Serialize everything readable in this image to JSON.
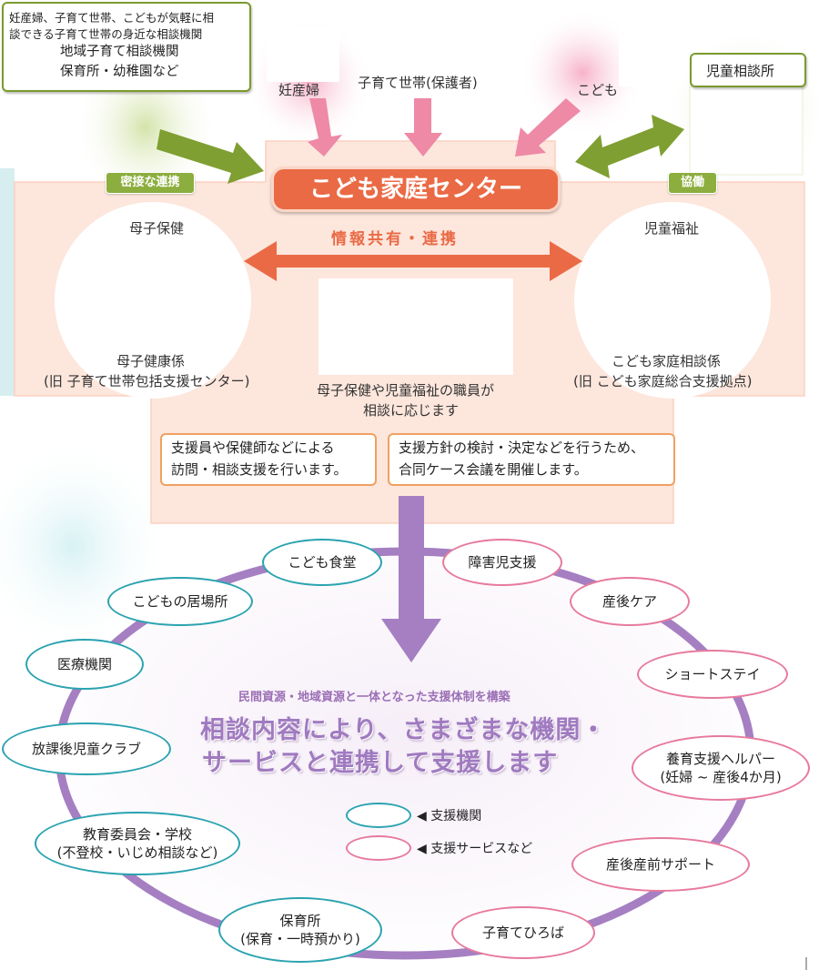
{
  "top_left_box": {
    "line1": "妊産婦、子育て世帯、こどもが気軽に相",
    "line2": "談できる子育て世帯の身近な相談機関",
    "line3": "地域子育て相談機関",
    "line4": "保育所・幼稚園など"
  },
  "top_labels": {
    "pregnant": "妊産婦",
    "parents": "子育て世帯(保護者)",
    "children": "こども"
  },
  "child_consult_box": {
    "title": "児童相談所"
  },
  "tags": {
    "close_coop": "密接な連携",
    "collab": "協働"
  },
  "center": {
    "title": "こども家庭センター",
    "info_share": "情報共有・連携"
  },
  "left_circle": {
    "top": "母子保健",
    "bottom1": "母子健康係",
    "bottom2": "(旧 子育て世帯包括支援センター)"
  },
  "right_circle": {
    "top": "児童福祉",
    "bottom1": "こども家庭相談係",
    "bottom2": "(旧 こども家庭総合支援拠点)"
  },
  "staff_note": {
    "line1": "母子保健や児童福祉の職員が",
    "line2": "相談に応じます"
  },
  "support_boxes": [
    {
      "line1": "支援員や保健師などによる",
      "line2": "訪問・相談支援を行います。"
    },
    {
      "line1": "支援方針の検討・決定などを行うため、",
      "line2": "合同ケース会議を開催します。"
    }
  ],
  "ring": {
    "subtitle": "民間資源・地域資源と一体となった支援体制を構築",
    "headline1": "相談内容により、さまざまな機関・",
    "headline2": "サービスと連携して支援します",
    "items": [
      {
        "name": "kodomo-shokudo",
        "text": "こども食堂",
        "kind": "org"
      },
      {
        "name": "disability-support",
        "text": "障害児支援",
        "kind": "svc"
      },
      {
        "name": "kodomo-ibasho",
        "text": "こどもの居場所",
        "kind": "org"
      },
      {
        "name": "postpartum-care",
        "text": "産後ケア",
        "kind": "svc"
      },
      {
        "name": "medical",
        "text": "医療機関",
        "kind": "org"
      },
      {
        "name": "short-stay",
        "text": "ショートステイ",
        "kind": "svc"
      },
      {
        "name": "after-school",
        "text": "放課後児童クラブ",
        "kind": "org"
      },
      {
        "name": "helper",
        "text": "養育支援ヘルパー",
        "text2": "(妊婦 ~ 産後4か月)",
        "kind": "svc"
      },
      {
        "name": "education-board",
        "text": "教育委員会・学校",
        "text2": "(不登校・いじめ相談など)",
        "kind": "org"
      },
      {
        "name": "perinatal-support",
        "text": "産後産前サポート",
        "kind": "svc"
      },
      {
        "name": "nursery",
        "text": "保育所",
        "text2": "(保育・一時預かり)",
        "kind": "org"
      },
      {
        "name": "parenting-plaza",
        "text": "子育てひろば",
        "kind": "svc"
      }
    ],
    "legend": [
      {
        "text": "◀ 支援機関",
        "kind": "org"
      },
      {
        "text": "◀ 支援サービスなど",
        "kind": "svc"
      }
    ]
  },
  "colors": {
    "org_border": "#2aa3b0",
    "svc_border": "#e77a9c",
    "center_orange": "#ea6a45",
    "green_arrow": "#7f9f32",
    "pink_arrow": "#ee89a6",
    "purple": "#a57fc2",
    "panel_pink": "#fde6dc"
  }
}
